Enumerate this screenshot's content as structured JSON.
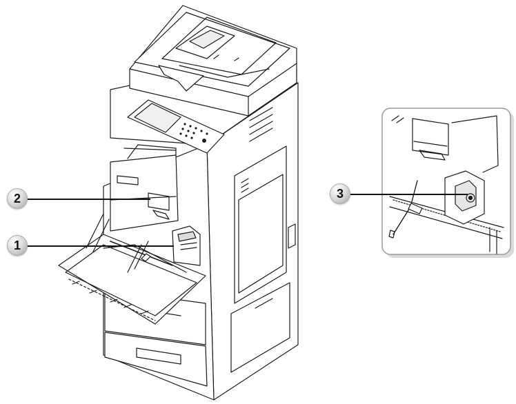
{
  "callouts": [
    {
      "number": "1"
    },
    {
      "number": "2"
    },
    {
      "number": "3"
    }
  ],
  "colors": {
    "line": "#1a1a1a",
    "panel_fill": "#ffffff",
    "inset_border": "#9a9a9a",
    "inset_bg": "#f2f2f2",
    "shadow": "#d9d9d9"
  },
  "icons": {
    "printer": "multifunction-printer-illustration",
    "inset": "toner-cartridge-detail-illustration"
  }
}
